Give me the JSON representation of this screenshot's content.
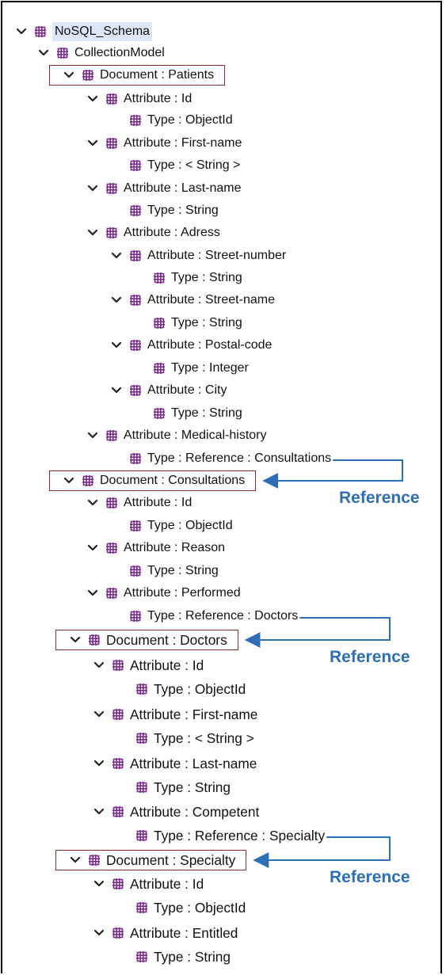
{
  "colors": {
    "icon": "#7b2d8e",
    "highlight_box": "#8b2a2a",
    "reference_arrow": "#2e6eb5",
    "selection": "#dce8f7"
  },
  "tree": [
    {
      "label": "NoSQL_Schema",
      "depth": 0,
      "expanded": true,
      "selected": true
    },
    {
      "label": "CollectionModel",
      "depth": 1,
      "expanded": true
    },
    {
      "label": "Document : Patients",
      "depth": 2,
      "expanded": true,
      "highlight": true
    },
    {
      "label": "Attribute : Id",
      "depth": 3,
      "expanded": true
    },
    {
      "label": "Type : ObjectId",
      "depth": 4
    },
    {
      "label": "Attribute : First-name",
      "depth": 3,
      "expanded": true
    },
    {
      "label": "Type : < String >",
      "depth": 4
    },
    {
      "label": "Attribute : Last-name",
      "depth": 3,
      "expanded": true
    },
    {
      "label": "Type : String",
      "depth": 4
    },
    {
      "label": "Attribute : Adress",
      "depth": 3,
      "expanded": true
    },
    {
      "label": "Attribute : Street-number",
      "depth": 4,
      "expanded": true
    },
    {
      "label": "Type : String",
      "depth": 5
    },
    {
      "label": "Attribute : Street-name",
      "depth": 4,
      "expanded": true
    },
    {
      "label": "Type : String",
      "depth": 5
    },
    {
      "label": "Attribute : Postal-code",
      "depth": 4,
      "expanded": true
    },
    {
      "label": "Type : Integer",
      "depth": 5
    },
    {
      "label": "Attribute : City",
      "depth": 4,
      "expanded": true
    },
    {
      "label": "Type : String",
      "depth": 5
    },
    {
      "label": "Attribute : Medical-history",
      "depth": 3,
      "expanded": true
    },
    {
      "label": "Type : Reference : Consultations",
      "depth": 4
    },
    {
      "label": "Document : Consultations",
      "depth": 2,
      "expanded": true,
      "highlight": true
    },
    {
      "label": "Attribute : Id",
      "depth": 3,
      "expanded": true
    },
    {
      "label": "Type : ObjectId",
      "depth": 4
    },
    {
      "label": "Attribute : Reason",
      "depth": 3,
      "expanded": true
    },
    {
      "label": "Type : String",
      "depth": 4
    },
    {
      "label": "Attribute : Performed",
      "depth": 3,
      "expanded": true
    },
    {
      "label": "Type : Reference : Doctors",
      "depth": 4
    },
    {
      "label": "Document : Doctors",
      "depth": 2,
      "expanded": true,
      "highlight": true
    },
    {
      "label": "Attribute : Id",
      "depth": 3,
      "expanded": true
    },
    {
      "label": "Type : ObjectId",
      "depth": 4
    },
    {
      "label": "Attribute : First-name",
      "depth": 3,
      "expanded": true
    },
    {
      "label": "Type : < String >",
      "depth": 4
    },
    {
      "label": "Attribute : Last-name",
      "depth": 3,
      "expanded": true
    },
    {
      "label": "Type : String",
      "depth": 4
    },
    {
      "label": "Attribute : Competent",
      "depth": 3,
      "expanded": true
    },
    {
      "label": "Type : Reference : Specialty",
      "depth": 4
    },
    {
      "label": "Document : Specialty",
      "depth": 2,
      "expanded": true,
      "highlight": true
    },
    {
      "label": "Attribute : Id",
      "depth": 3,
      "expanded": true
    },
    {
      "label": "Type : ObjectId",
      "depth": 4
    },
    {
      "label": "Attribute : Entitled",
      "depth": 3,
      "expanded": true
    },
    {
      "label": "Type : String",
      "depth": 4
    }
  ],
  "references": [
    {
      "label": "Reference",
      "from_row": 19,
      "to_row": 20
    },
    {
      "label": "Reference",
      "from_row": 26,
      "to_row": 27
    },
    {
      "label": "Reference",
      "from_row": 35,
      "to_row": 36
    }
  ]
}
